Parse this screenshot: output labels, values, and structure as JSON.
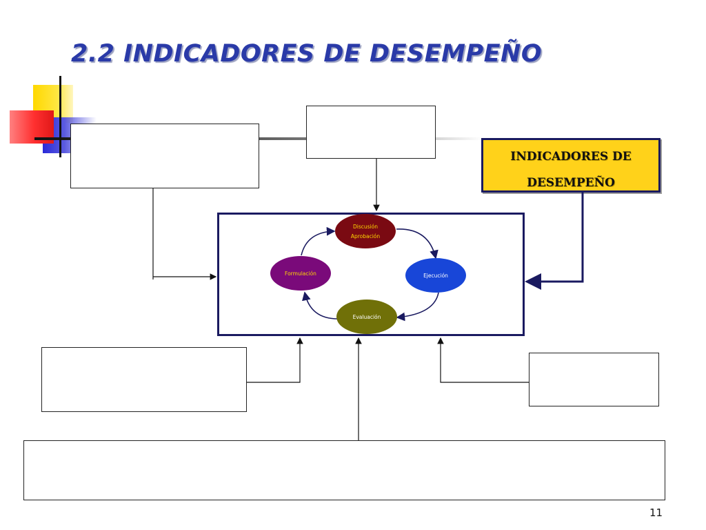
{
  "slide": {
    "title": "2.2 INDICADORES DE DESEMPEÑO",
    "page_number": "11"
  },
  "indicator_box": {
    "line1": "INDICADORES DE",
    "line2": "DESEMPEÑO",
    "fill": "#ffd21a",
    "border": "#1a1a60"
  },
  "cycle": {
    "discusion": {
      "line1": "Discusión",
      "line2": "Aprobación",
      "color": "#7a0a12"
    },
    "ejecucion": {
      "label": "Ejecución",
      "color": "#1846d8"
    },
    "evaluacion": {
      "label": "Evaluación",
      "color": "#707008"
    },
    "formulacion": {
      "label": "Formulación",
      "color": "#7a0a7a"
    }
  },
  "colors": {
    "title": "#2a3aa8",
    "frame": "#1a1a60"
  }
}
